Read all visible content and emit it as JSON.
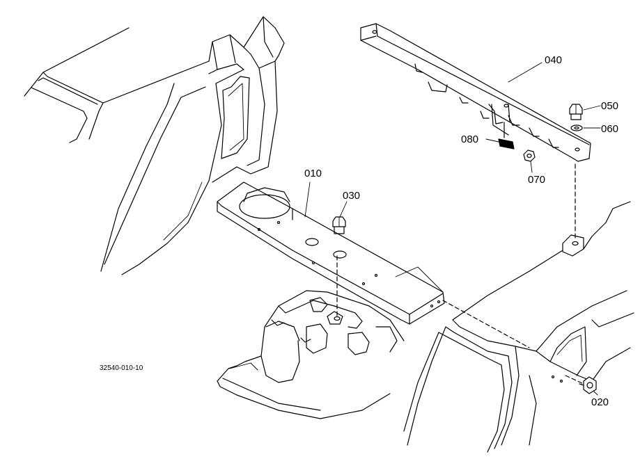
{
  "diagram": {
    "drawing_code": "32540-010-10",
    "parts": [
      {
        "id": "010",
        "label": "010"
      },
      {
        "id": "020",
        "label": "020"
      },
      {
        "id": "030",
        "label": "030"
      },
      {
        "id": "040",
        "label": "040"
      },
      {
        "id": "050",
        "label": "050"
      },
      {
        "id": "060",
        "label": "060"
      },
      {
        "id": "070",
        "label": "070"
      },
      {
        "id": "080",
        "label": "080"
      }
    ],
    "colors": {
      "line": "#000000",
      "background": "#ffffff"
    }
  }
}
